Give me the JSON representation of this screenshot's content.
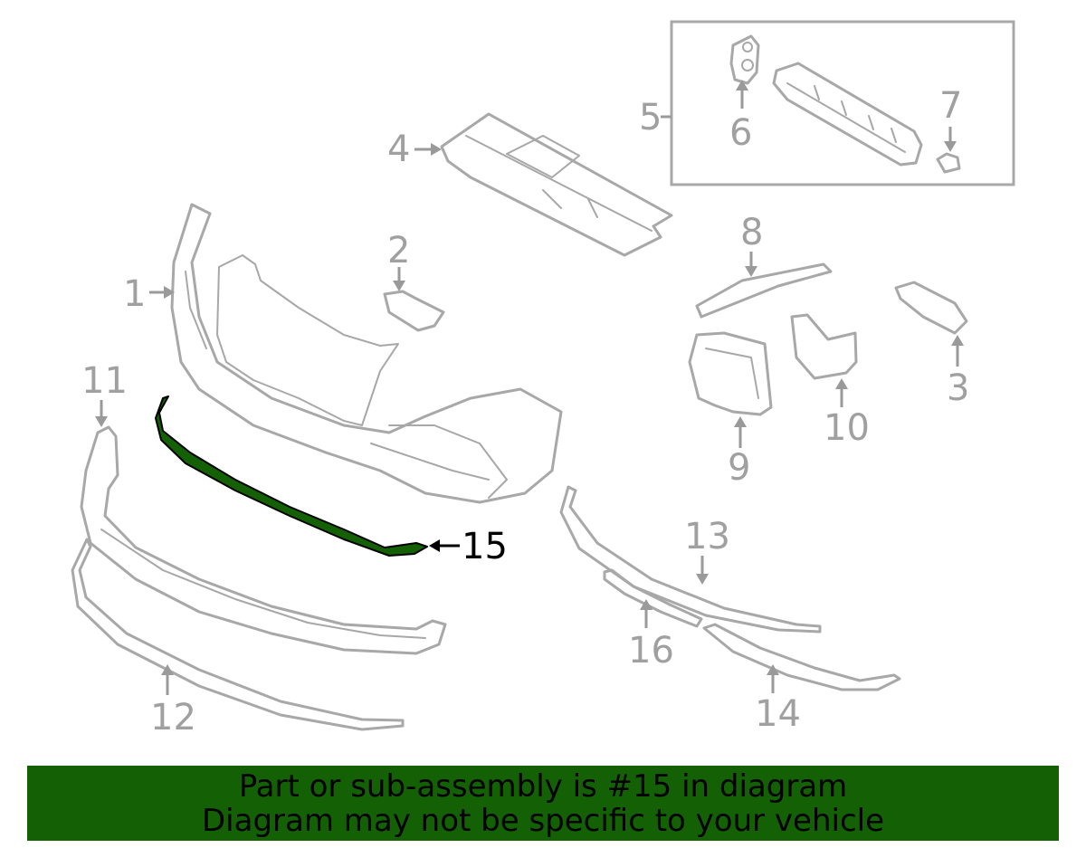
{
  "diagram": {
    "highlight_color": "#146004",
    "line_color": "#a8a8a8",
    "callouts": {
      "c1": "1",
      "c2": "2",
      "c3": "3",
      "c4": "4",
      "c5": "5",
      "c6": "6",
      "c7": "7",
      "c8": "8",
      "c9": "9",
      "c10": "10",
      "c11": "11",
      "c12": "12",
      "c13": "13",
      "c14": "14",
      "c15": "15",
      "c16": "16"
    }
  },
  "banner": {
    "line1": "Part or sub-assembly is #15 in diagram",
    "line2": "Diagram may not be specific to your vehicle",
    "background": "#146004"
  }
}
